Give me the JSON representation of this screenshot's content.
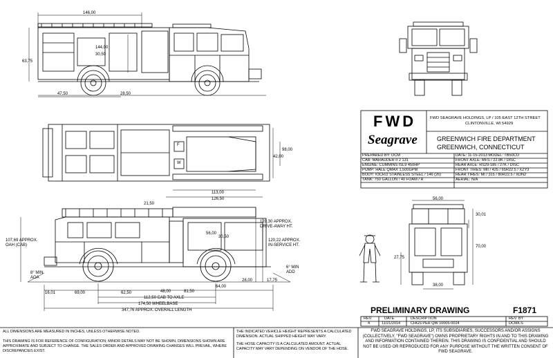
{
  "dims_top": {
    "d146": "146,00",
    "d144": "144,00",
    "d30": "30,50",
    "d63": "63,75",
    "d47": "47,50",
    "d28": "28,50"
  },
  "dims_plan": {
    "d98": "98,00",
    "d42": "42,00",
    "d113": "113,00",
    "d126": "126,50"
  },
  "dims_side": {
    "d21": "21,50",
    "d107": "107,69 APPROX.\nOAH (CAB)",
    "d120a": "120,30 APPROX.\nDRIVE-AWAY HT.",
    "d120b": "120,22 APPROX.\nIN-SERVICE HT.",
    "d56": "56,00",
    "d30b": "30,50",
    "d8": "8° MIN\nAOA",
    "d6": "6° MIN\nADD",
    "d16": "16,01",
    "d69": "69,00",
    "d62": "62,50",
    "d48": "48,00",
    "d81": "81,50",
    "d64": "64,00",
    "d28b": "28,00",
    "d17": "17,75",
    "d112": "112,50  CAB TO AXLE",
    "d174": "174,50  WHEELBASE",
    "d347": "347,76  APPROX. OVERALL LENGTH"
  },
  "dims_rear": {
    "d56r": "56,00",
    "d30r": "30,01",
    "d70": "70,00",
    "d27": "27,75",
    "d38": "38,00"
  },
  "title_block": {
    "logo_fwd": "FWD",
    "logo_seagrave": "Seagrave",
    "company": "FWD SEAGRAVE HOLDINGS, LP / 105 EAST 12TH STREET",
    "city": "CLINTONVILLE, WI 54929",
    "customer_line1": "GREENWICH FIRE DEPARTMENT",
    "customer_line2": "GREENWICH, CONNECTICUT",
    "specs_left": [
      "PREPARED BY: DCM",
      "CAB: MARAUDER II 2 131",
      "ENGINE: CUMMINS ISL9 450HP",
      "PUMP: HALE QMAX 1,500GPM",
      "BODY: #3CR/2 STAINLESS STEEL / 146 (26)",
      "TANK: 750 GALLON / 40 FOAM / R"
    ],
    "specs_right": [
      "DATE: 11-15-2013    MODEL: TB50CO",
      "FRONT AXLE: MFS / 22.8K / DISC",
      "REAR AXLE: RS29-185 / 27K / DISC",
      "FRONT TIRES: MII / 425 / 65R22.5 / XZY3",
      "REAR TIRES: MI / 315 / 80R22.5 / XDN2",
      "AERIAL: N/A"
    ],
    "preliminary": "PRELIMINARY DRAWING",
    "drawing_no": "F1871",
    "rev_headers": [
      "REV.",
      "DATE",
      "DESCRIPTION",
      "REV. BY"
    ],
    "rev_row": [
      "4",
      "11/21/2014",
      "CHGS PER QW 10005-0024",
      "DCM/LS"
    ]
  },
  "notes": {
    "note1": "ALL DIMENSIONS ARE MEASURED IN INCHES, UNLESS OTHERWISE NOTED.",
    "note2": "THIS DRAWING IS FOR REFERENCE OF CONFIGURATION; MINOR DETAILS MAY NOT BE SHOWN.  DIMENSIONS SHOWN ARE APPROXIMATE AND SUBJECT TO CHANGE. THE SALES ORDER AND APPROVED DRAWING CHANGES WILL PREVAIL, WHERE DISCREPANCIES EXIST.",
    "note3": "THE INDICATED VEHICLE HEIGHT REPRESENTS A CALCULATED DIMENSION.  ACTUAL SHIPPED HEIGHT MAY VARY.",
    "note4": "THE HOSE CAPACITY IS A CALCULATED AMOUNT.  ACTUAL CAPACITY MAY VARY DEPENDING ON  VENDOR OF THE HOSE.",
    "note5": "FWD SEAGRAVE HOLDINGS, LP, ITS SUBSIDIARIES, SUCCESSORS AND/OR ASSIGNS (COLLECTIVELY, \"FWD SEAGRAVE\") OWNS PROPRIETARY RIGHTS IN AND TO THIS DRAWING AND INFORMATION CONTAINED THEREIN. THIS DRAWING IS CONFIDENTIAL AND SHOULD NOT BE USED OR REPRODUCED FOR ANY PURPOSE WITHOUT THE WRITTEN CONSENT OF  FWD SEAGRAVE."
  },
  "plan_labels": {
    "f": "F",
    "w": "W"
  }
}
